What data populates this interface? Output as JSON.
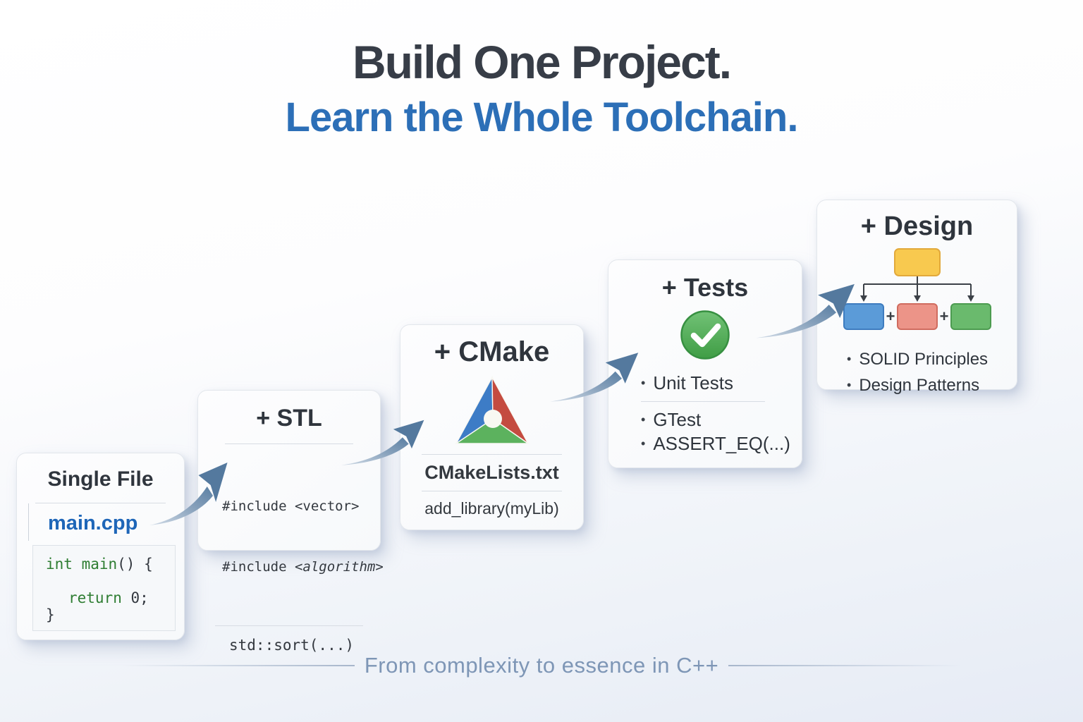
{
  "title": {
    "line1": "Build One Project.",
    "line2": "Learn the Whole Toolchain."
  },
  "footer": {
    "text": "From complexity to essence in C++"
  },
  "cards": {
    "single_file": {
      "title": "Single File",
      "filename": "main.cpp",
      "code": {
        "l1_kw": "int main",
        "l1_rest": "() {",
        "l2_kw": "return",
        "l2_rest": " 0;",
        "l3": "}"
      }
    },
    "stl": {
      "title": "+ STL",
      "include1_kw": "#include ",
      "include1_arg": "<vector>",
      "include2_kw": "#include ",
      "include2_arg": "<algorithm>",
      "usage": "std::sort(...)"
    },
    "cmake": {
      "title": "+ CMake",
      "icon": "cmake-logo",
      "file": "CMakeLists.txt",
      "command": "add_library(myLib)"
    },
    "tests": {
      "title": "+ Tests",
      "icon": "check-circle",
      "bullet": "•",
      "items": [
        "Unit Tests",
        "GTest",
        "ASSERT_EQ(...)"
      ]
    },
    "design": {
      "title": "+ Design",
      "icon": "class-diagram",
      "bullet": "•",
      "plus": "+",
      "items": [
        "SOLID Principles",
        "Design Patterns"
      ]
    }
  },
  "colors": {
    "title_dark": "#373d47",
    "accent_blue": "#2c6fb7",
    "filename_blue": "#1e66b8",
    "keyword_green": "#2e7d32",
    "arrow_steel_blue": "#54799e",
    "check_green": "#46a14c",
    "cmake_blue": "#3d7cc6",
    "cmake_red": "#c44b40",
    "cmake_green": "#5cb25e",
    "diagram_yellow": "#f8c94f",
    "diagram_blue": "#5b9bd8",
    "diagram_salmon": "#ec9488",
    "diagram_green": "#6aba6d",
    "footer_blue": "#7e96b6"
  }
}
